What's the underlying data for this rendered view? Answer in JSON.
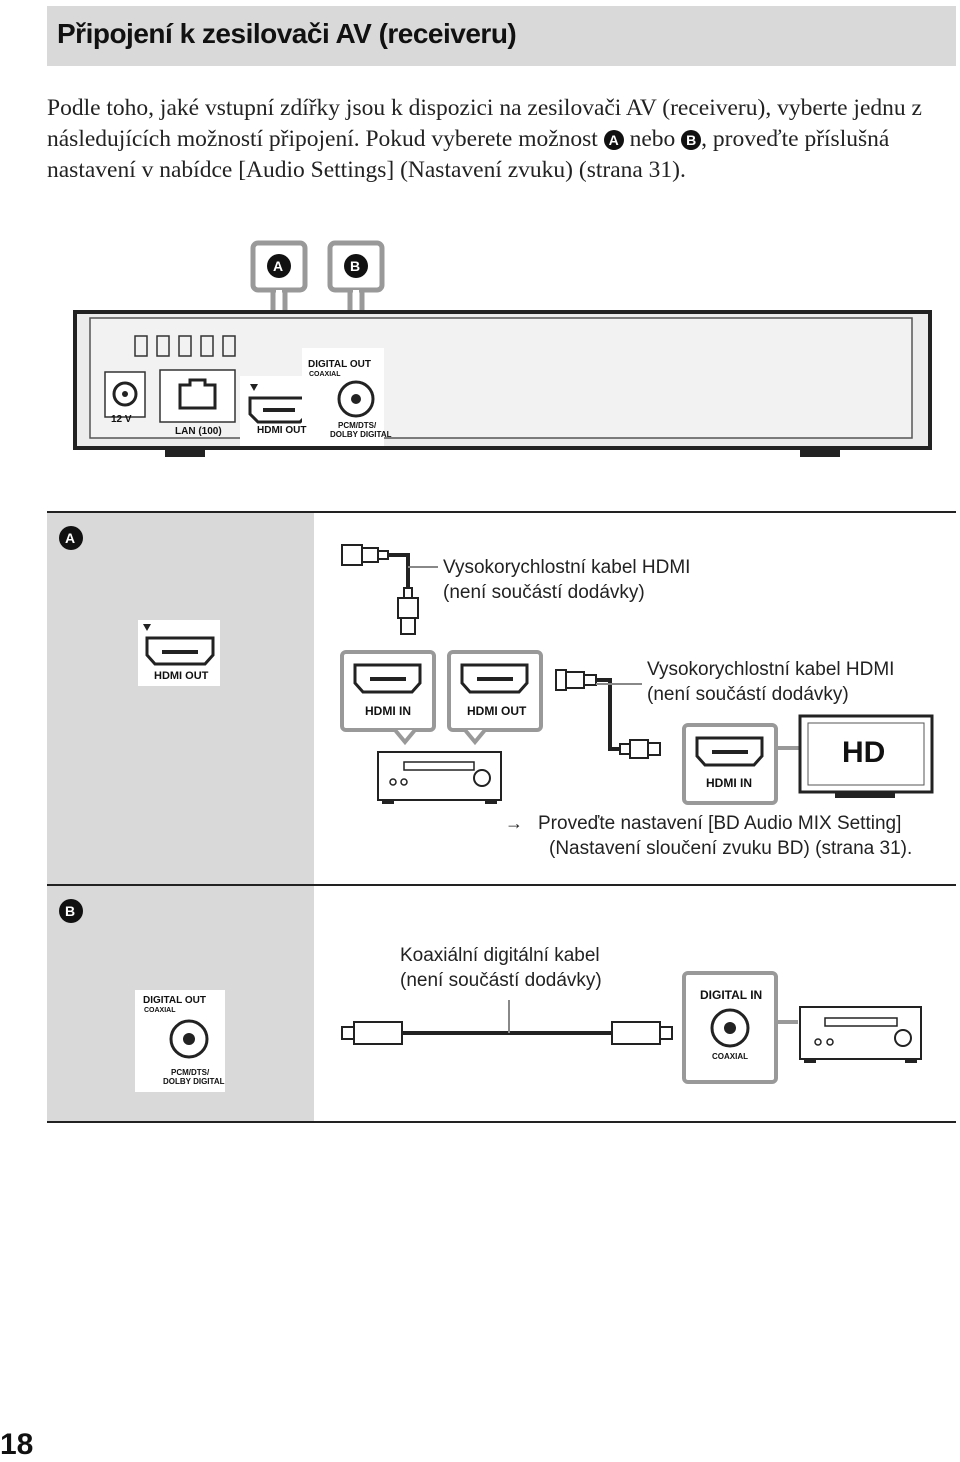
{
  "header": {
    "title": "Připojení k zesilovači AV (receiveru)"
  },
  "intro": {
    "part1": "Podle toho, jaké vstupní zdířky jsou k dispozici na zesilovači AV (receiveru), vyberte jednu z následujících možností připojení. Pokud vyberete možnost",
    "badge_a": "A",
    "part2": "nebo",
    "badge_b": "B",
    "part3": ", proveďte příslušná nastavení v nabídce [Audio Settings] (Nastavení zvuku) (strana 31)."
  },
  "player_panel": {
    "callout_a": "A",
    "callout_b": "B",
    "power_label": "12 V",
    "lan_label": "LAN (100)",
    "hdmi_out_label": "HDMI OUT",
    "digital_out_label": "DIGITAL OUT",
    "coaxial_label": "COAXIAL",
    "pcm_label": "PCM/DTS/",
    "dolby_label": "DOLBY DIGITAL"
  },
  "section_a": {
    "badge": "A",
    "player_port_label": "HDMI OUT",
    "cable1_line1": "Vysokorychlostní kabel HDMI",
    "cable1_line2": "(není součástí dodávky)",
    "receiver_in_label": "HDMI IN",
    "receiver_out_label": "HDMI OUT",
    "cable2_line1": "Vysokorychlostní kabel HDMI",
    "cable2_line2": "(není součástí dodávky)",
    "tv_in_label": "HDMI IN",
    "tv_screen_text": "HD",
    "note_arrow": "→",
    "note_line1": "Proveďte nastavení [BD Audio MIX Setting]",
    "note_line2": "(Nastavení sloučení zvuku BD) (strana 31)."
  },
  "section_b": {
    "badge": "B",
    "player_digital_out_label": "DIGITAL OUT",
    "player_coaxial_label": "COAXIAL",
    "player_pcm_label": "PCM/DTS/",
    "player_dolby_label": "DOLBY DIGITAL",
    "cable_line1": "Koaxiální digitální kabel",
    "cable_line2": "(není součástí dodávky)",
    "receiver_digital_in_label": "DIGITAL IN",
    "receiver_coaxial_label": "COAXIAL"
  },
  "footer": {
    "page_number": "18"
  }
}
